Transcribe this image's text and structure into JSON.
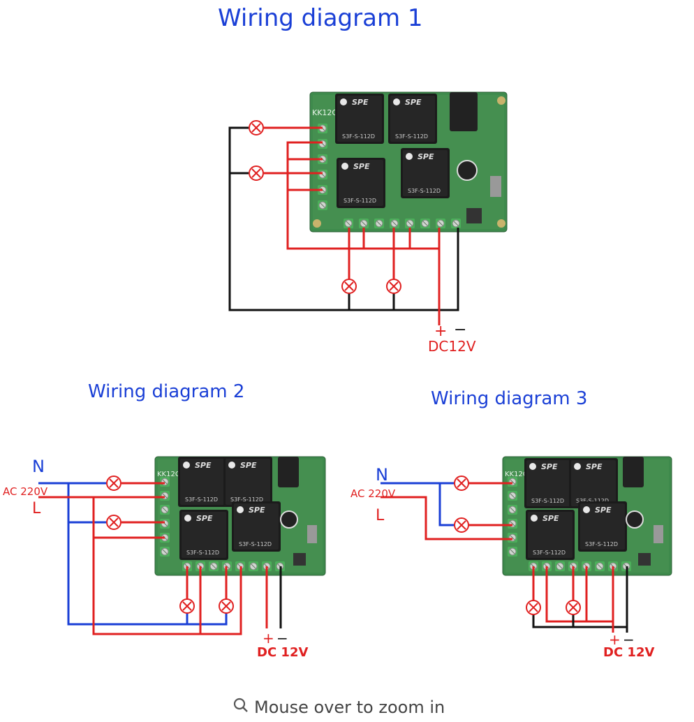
{
  "diagram1": {
    "title": "Wiring diagram 1",
    "plus": "+",
    "minus": "−",
    "dc_label": "DC12V"
  },
  "diagram2": {
    "title": "Wiring diagram 2",
    "n_label": "N",
    "ac_label": "AC 220V",
    "l_label": "L",
    "plus": "+",
    "minus": "−",
    "dc_label": "DC 12V"
  },
  "diagram3": {
    "title": "Wiring diagram 3",
    "n_label": "N",
    "ac_label": "AC 220V",
    "l_label": "L",
    "plus": "+",
    "minus": "−",
    "dc_label": "DC 12V"
  },
  "board": {
    "model": "KK12C",
    "relay_brand": "SPE",
    "relay_model": "S3F-S-112D"
  },
  "footer": {
    "zoom_text": "Mouse over to zoom in",
    "zoom_icon": "magnifier-icon"
  },
  "colors": {
    "title_blue": "#1a3fd6",
    "wire_red": "#e02020",
    "wire_blue": "#1a3fd6",
    "wire_black": "#111111",
    "pcb_green": "#3e8a4c"
  }
}
